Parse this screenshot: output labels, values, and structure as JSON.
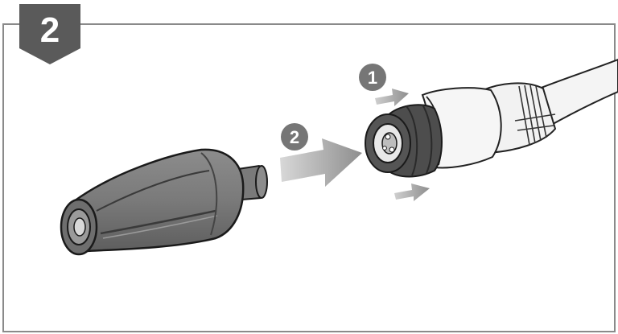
{
  "step": {
    "number": "2"
  },
  "callouts": [
    {
      "label": "1"
    },
    {
      "label": "2"
    }
  ],
  "icons": {
    "step_badge": "step-badge-icon",
    "nozzle": "turbo-nozzle-icon",
    "hose": "hose-coupling-icon",
    "arrow": "push-arrow-icon",
    "pull_arrow": "pull-back-arrow-icon"
  },
  "colors": {
    "badge": "#5a5a5a",
    "badge_text": "#ffffff",
    "frame_line": "#8a8a8a",
    "nozzle_body": "#7d7d7d",
    "nozzle_dark": "#4a4a4a",
    "coupling_dark": "#4d4d4d",
    "hose_light": "#f4f4f4",
    "arrow_gray": "#9a9a9a",
    "callout_circle": "#767676"
  }
}
